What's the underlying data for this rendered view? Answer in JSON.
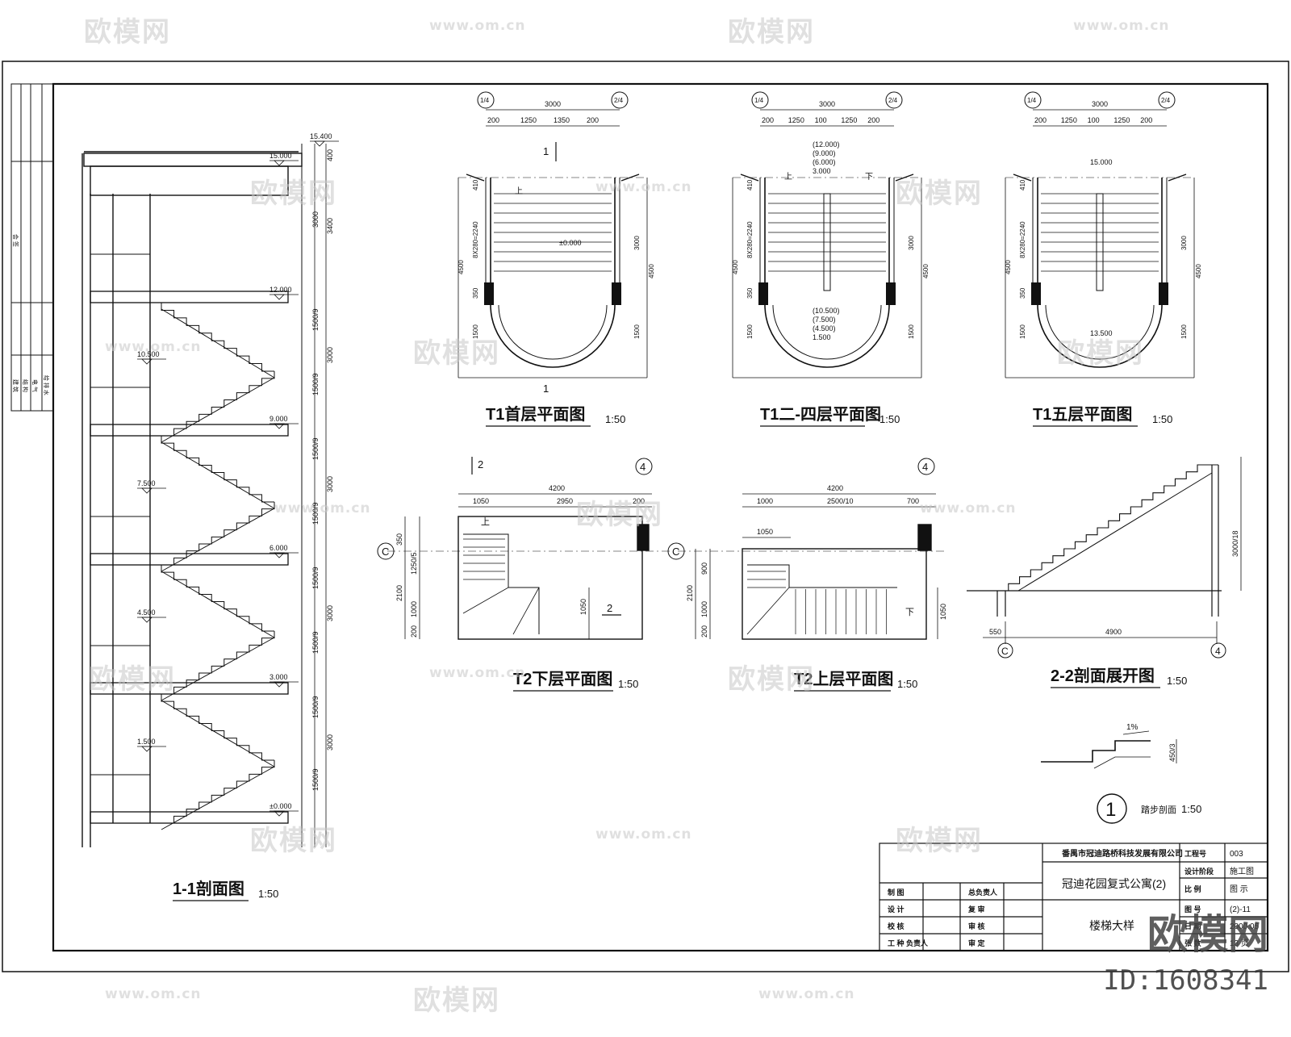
{
  "watermarks": {
    "logo": "欧模网",
    "url": "www.om.cn",
    "brand": "欧模网",
    "id": "ID:1608341"
  },
  "section_1_1": {
    "title": "1-1剖面图",
    "scale": "1:50",
    "elevations": [
      "15.400",
      "15.000",
      "12.000",
      "10.500",
      "9.000",
      "7.500",
      "6.000",
      "4.500",
      "3.000",
      "1.500",
      "±0.000"
    ],
    "dims": [
      "400",
      "3400",
      "3000",
      "3000",
      "1500/9",
      "1500/9",
      "3000",
      "1500/9",
      "1500/9",
      "3000",
      "1500/9",
      "1500/9",
      "3000",
      "1500/9",
      "1500/9"
    ]
  },
  "t1_ground": {
    "title": "T1首层平面图",
    "scale": "1:50",
    "axis_left": "1/4",
    "axis_right": "2/4",
    "dims_top": [
      "3000",
      "200",
      "1250",
      "1350",
      "200"
    ],
    "dims_left": [
      "410",
      "8X280=2240",
      "350",
      "1500",
      "4500"
    ],
    "dims_right": [
      "3000",
      "1500",
      "4500"
    ],
    "labels": [
      "±0.000",
      "上",
      "1",
      "1"
    ]
  },
  "t1_mid": {
    "title": "T1二-四层平面图",
    "scale": "1:50",
    "axis_left": "1/4",
    "axis_right": "2/4",
    "dims_top": [
      "3000",
      "200",
      "1250",
      "100",
      "1250",
      "200"
    ],
    "levels_top": [
      "(12.000)",
      "(9.000)",
      "(6.000)",
      "3.000"
    ],
    "levels_bottom": [
      "(10.500)",
      "(7.500)",
      "(4.500)",
      "1.500"
    ],
    "dims_left": [
      "410",
      "8X280=2240",
      "350",
      "1500",
      "4500"
    ],
    "dims_right": [
      "3000",
      "1500",
      "4500"
    ],
    "labels": [
      "上",
      "下"
    ]
  },
  "t1_top": {
    "title": "T1五层平面图",
    "scale": "1:50",
    "axis_left": "1/4",
    "axis_right": "2/4",
    "dims_top": [
      "3000",
      "200",
      "1250",
      "100",
      "1250",
      "200"
    ],
    "levels": [
      "15.000",
      "13.500"
    ],
    "dims_left": [
      "410",
      "8X280=2240",
      "350",
      "1500",
      "4500"
    ],
    "dims_right": [
      "3000",
      "1500",
      "4500"
    ]
  },
  "t2_lower": {
    "title": "T2下层平面图",
    "scale": "1:50",
    "axis_c": "C",
    "axis_4": "4",
    "dims_top": [
      "4200",
      "1050",
      "2950",
      "200"
    ],
    "dims_left": [
      "350",
      "1250/5",
      "2100",
      "1000",
      "200"
    ],
    "dims_right": [
      "1050"
    ],
    "labels": [
      "上",
      "2",
      "2"
    ]
  },
  "t2_upper": {
    "title": "T2上层平面图",
    "scale": "1:50",
    "axis_c": "C",
    "axis_4": "4",
    "dims_top": [
      "4200",
      "1000",
      "2500/10",
      "700",
      "1050"
    ],
    "dims_left": [
      "900",
      "2100",
      "1000",
      "200"
    ],
    "dims_right": [
      "1050"
    ],
    "labels": [
      "下"
    ]
  },
  "section_2_2": {
    "title": "2-2剖面展开图",
    "scale": "1:50",
    "dims": [
      "550",
      "4900",
      "3000/18"
    ],
    "axis_c": "C",
    "axis_4": "4"
  },
  "step_detail": {
    "number": "1",
    "label": "踏步剖面",
    "scale": "1:50",
    "slope": "1%",
    "dim": "450/3"
  },
  "title_block": {
    "company": "番禺市冠迪路桥科技发展有限公司",
    "project": "冠迪花园复式公寓(2)",
    "drawing_name": "楼梯大样",
    "rows": [
      {
        "role": "制 图",
        "sign": "",
        "role2": "总负责人"
      },
      {
        "role": "设 计",
        "sign": "",
        "role2": "复 审"
      },
      {
        "role": "校 核",
        "sign": "",
        "role2": "审 核"
      },
      {
        "role": "工 种 负责人",
        "sign": "",
        "role2": "审 定"
      }
    ],
    "right": [
      {
        "k": "工程号",
        "v": "003"
      },
      {
        "k": "设计阶段",
        "v": "施工图"
      },
      {
        "k": "比 例",
        "v": "图 示"
      },
      {
        "k": "图 号",
        "v": "(2)-11"
      },
      {
        "k": "日 期",
        "v": "2000.05"
      },
      {
        "k": "张 数",
        "v": "13 页"
      }
    ]
  },
  "side_stamp": {
    "cells": [
      "建 筑",
      "结 构",
      "电 气",
      "给 排 水"
    ],
    "label": "会 签"
  }
}
